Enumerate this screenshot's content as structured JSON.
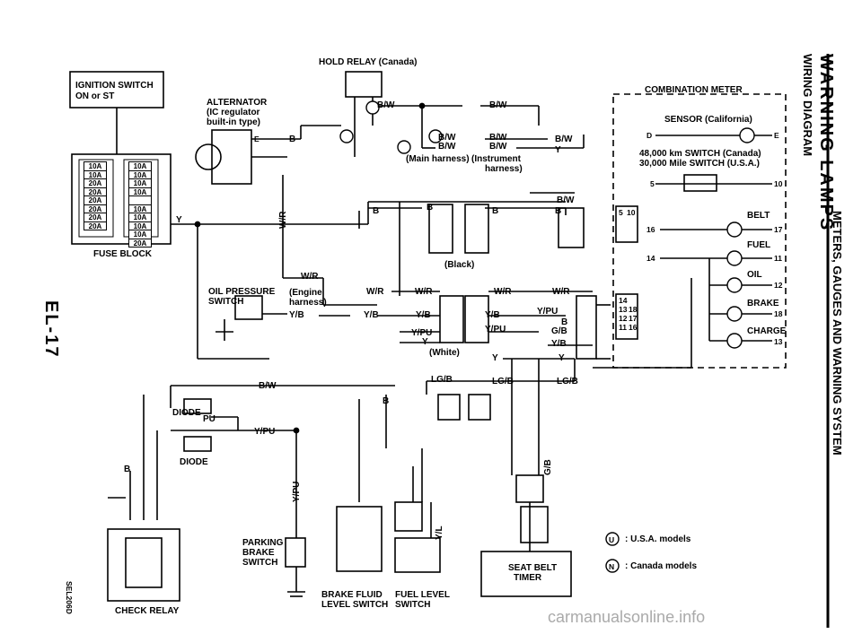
{
  "header": {
    "title_line1": "WARNING LAMPS",
    "title_line2": "WIRING DIAGRAM",
    "section_title": "METERS, GAUGES AND WARNING SYSTEM",
    "page_code": "EL-17",
    "figure_code": "SEL206D"
  },
  "components": {
    "ignition_switch": [
      "IGNITION SWITCH",
      "ON or ST"
    ],
    "fuse_block": "FUSE BLOCK",
    "fuses_left": [
      "10A",
      "10A",
      "20A",
      "20A",
      "20A",
      "20A",
      "20A",
      "20A",
      ""
    ],
    "fuses_right": [
      "10A",
      "10A",
      "10A",
      "10A",
      "",
      "10A",
      "10A",
      "10A",
      "10A",
      "20A"
    ],
    "hold_relay": "HOLD RELAY (Canada)",
    "alternator": [
      "ALTERNATOR",
      "(IC regulator",
      "built-in type)"
    ],
    "oil_pressure_switch": [
      "OIL PRESSURE",
      "SWITCH"
    ],
    "engine_harness": [
      "(Engine",
      "harness)"
    ],
    "main_harness": "(Main harness)",
    "instrument_harness": [
      "(Instrument",
      "harness)"
    ],
    "black": "(Black)",
    "white": "(White)",
    "diode1": "DIODE",
    "diode2": "DIODE",
    "check_relay": "CHECK RELAY",
    "parking_brake_switch": [
      "PARKING",
      "BRAKE",
      "SWITCH"
    ],
    "brake_fluid_switch": [
      "BRAKE FLUID",
      "LEVEL SWITCH"
    ],
    "fuel_level_switch": [
      "FUEL LEVEL",
      "SWITCH"
    ],
    "seat_belt_timer": [
      "SEAT BELT",
      "TIMER"
    ]
  },
  "combination_meter": {
    "title": "COMBINATION METER",
    "sensor": "SENSOR (California)",
    "sensor_pins": [
      "D",
      "E"
    ],
    "switch_line1": "48,000 km SWITCH (Canada)",
    "switch_line2": "30,000 Mile SWITCH (U.S.A.)",
    "switch_pins": [
      "5",
      "10"
    ],
    "lamps": [
      {
        "label": "BELT",
        "in": "16",
        "out": "17"
      },
      {
        "label": "FUEL",
        "in": "14",
        "out": "11"
      },
      {
        "label": "OIL",
        "in": "",
        "out": "12"
      },
      {
        "label": "BRAKE",
        "in": "",
        "out": "18"
      },
      {
        "label": "CHARGE",
        "in": "",
        "out": "13"
      }
    ],
    "connector_a": [
      "5",
      "10"
    ],
    "connector_b": [
      "14",
      "13",
      "18",
      "12",
      "17",
      "11",
      "16"
    ]
  },
  "wire_labels": {
    "b": "B",
    "bw": "B/W",
    "y": "Y",
    "wr": "W/R",
    "yb": "Y/B",
    "ypu": "Y/PU",
    "pu": "PU",
    "gb": "G/B",
    "lgb": "LG/B",
    "yl": "Y/L",
    "e": "E"
  },
  "legend": [
    {
      "symbol": "U",
      "text": ": U.S.A. models"
    },
    {
      "symbol": "N",
      "text": ": Canada models"
    }
  ],
  "watermark": "carmanualsonline.info"
}
